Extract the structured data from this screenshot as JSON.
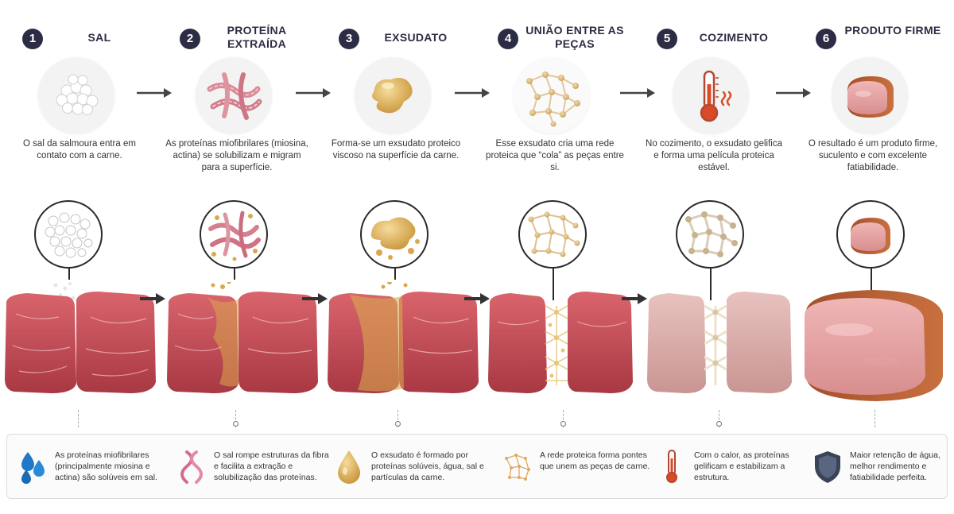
{
  "steps": [
    {
      "number": "1",
      "title": "SAL",
      "description": "O sal da salmoura entra em contato com a carne.",
      "icon": "salt-crystals-icon"
    },
    {
      "number": "2",
      "title": "PROTEÍNA EXTRAÍDA",
      "description": "As proteínas miofibrilares (miosina, actina) se solubilizam e migram para a superfície.",
      "icon": "protein-fibers-icon"
    },
    {
      "number": "3",
      "title": "EXSUDATO",
      "description": "Forma-se um exsudato proteico viscoso na superfície da carne.",
      "icon": "exudate-blob-icon"
    },
    {
      "number": "4",
      "title": "UNIÃO ENTRE AS PEÇAS",
      "description": "Esse exsudato cria uma rede proteica que “cola” as peças entre si.",
      "icon": "protein-network-icon"
    },
    {
      "number": "5",
      "title": "COZIMENTO",
      "description": "No cozimento, o exsudato gelifica e forma uma película proteica estável.",
      "icon": "thermometer-heat-icon"
    },
    {
      "number": "6",
      "title": "PRODUTO FIRME",
      "description": "O resultado é um produto firme, suculento e com excelente fatiabilidade.",
      "icon": "ham-slice-icon"
    }
  ],
  "facts": [
    {
      "text": "As proteínas miofibrilares (principalmente miosina e actina) são solúveis em sal.",
      "icon": "water-drops-icon"
    },
    {
      "text": "O sal rompe estruturas da fibra e facilita a extração e solubilização das proteínas.",
      "icon": "fiber-strand-icon"
    },
    {
      "text": "O exsudato é formado por proteínas solúveis, água, sal e partículas da carne.",
      "icon": "exudate-drop-icon"
    },
    {
      "text": "A rede proteica forma pontes que unem as peças de carne.",
      "icon": "network-icon"
    },
    {
      "text": "Com o calor, as proteínas gelificam e estabilizam a estrutura.",
      "icon": "thermometer-icon"
    },
    {
      "text": "Maior retenção de água, melhor rendimento e fatiabilidade perfeita.",
      "icon": "shield-icon"
    }
  ],
  "colors": {
    "number_badge": "#2c2c44",
    "meat_raw": "#c24a55",
    "meat_cooked": "#d9a9a6",
    "exudate": "#d9a84e",
    "ham_crust": "#b5623a",
    "water_blue": "#1f78c8"
  }
}
